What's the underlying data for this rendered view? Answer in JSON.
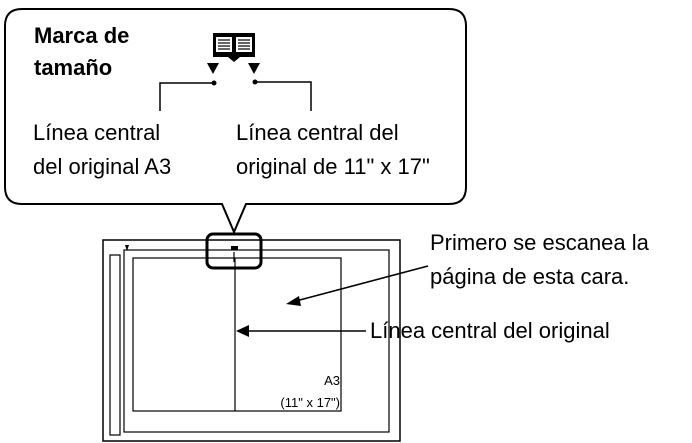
{
  "callout": {
    "title_line1": "Marca de",
    "title_line2": "tamaño",
    "left_label_line1": "Línea central",
    "left_label_line2": "del original A3",
    "right_label_line1": "Línea central del",
    "right_label_line2": "original de 11\" x 17\"",
    "book_icon": "open-book-icon",
    "marker_icon": "triangle-down-icon"
  },
  "scanner": {
    "first_scan_note_line1": "Primero se escanea la",
    "first_scan_note_line2": "página de esta cara.",
    "center_line_note": "Línea central del original",
    "paper_size_line1": "A3",
    "paper_size_line2": "(11\" x 17\")"
  }
}
